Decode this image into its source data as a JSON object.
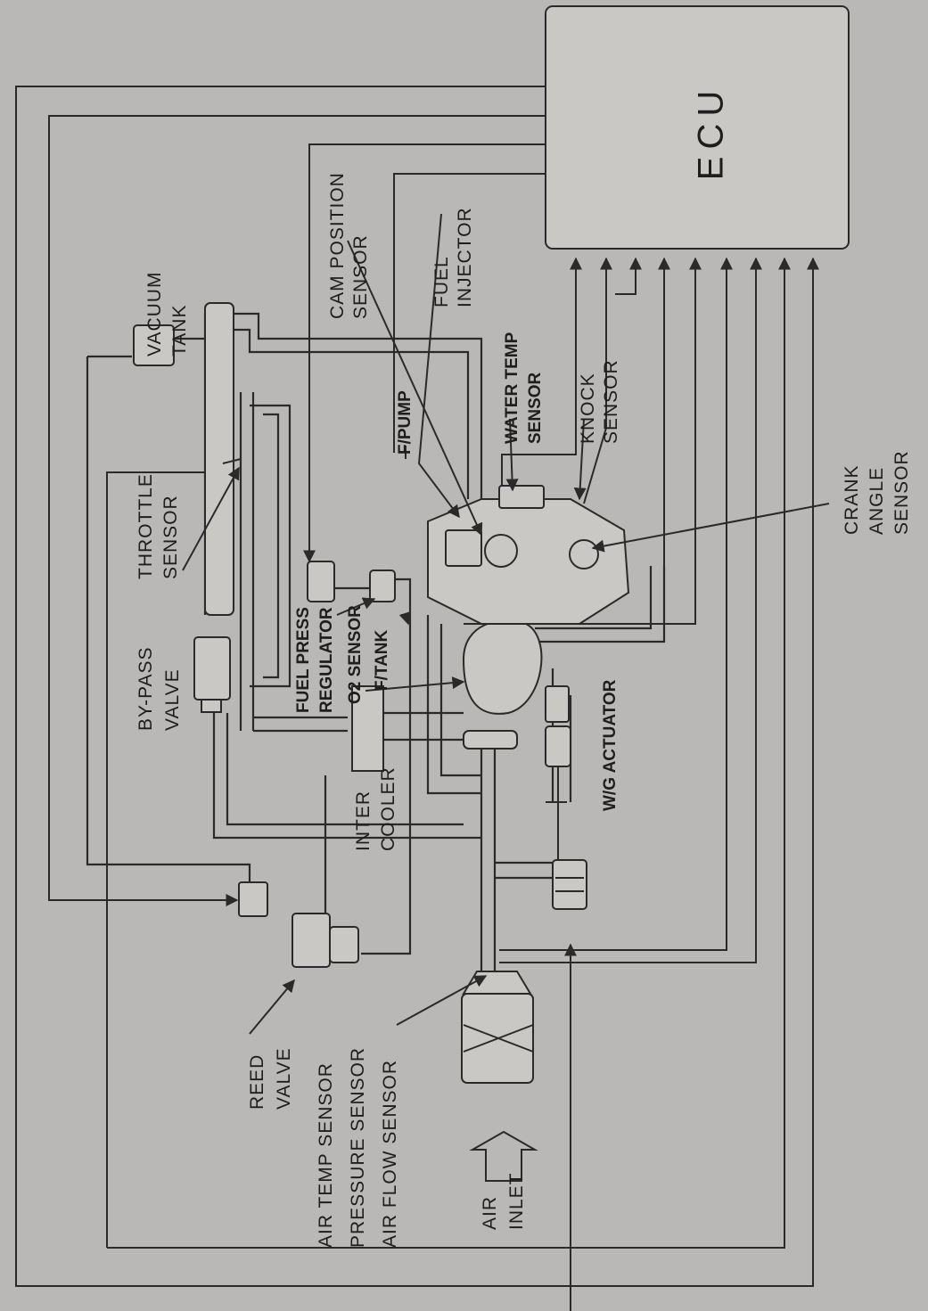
{
  "labels": {
    "ecu": "ECU",
    "vacuum_tank": [
      "VACUUM",
      "TANK"
    ],
    "cam_position_sensor": [
      "CAM POSITION",
      "SENSOR"
    ],
    "fuel_injector": [
      "FUEL",
      "INJECTOR"
    ],
    "water_temp_sensor": [
      "WATER TEMP",
      "SENSOR"
    ],
    "knock_sensor": [
      "KNOCK",
      "SENSOR"
    ],
    "crank_angle_sensor": [
      "CRANK",
      "ANGLE",
      "SENSOR"
    ],
    "f_pump": "F/PUMP",
    "throttle_sensor": [
      "THROTTLE",
      "SENSOR"
    ],
    "by_pass_valve": [
      "BY-PASS",
      "VALVE"
    ],
    "fuel_press_regulator": [
      "FUEL PRESS",
      "REGULATOR"
    ],
    "o2_sensor": "O2 SENSOR",
    "f_tank": "F/TANK",
    "w_g_actuator": "W/G ACTUATOR",
    "inter_cooler": [
      "INTER",
      "COOLER"
    ],
    "reed_valve": [
      "REED",
      "VALVE"
    ],
    "air_temp_sensor": "AIR TEMP SENSOR",
    "pressure_sensor": "PRESSURE SENSOR",
    "air_flow_sensor": "AIR FLOW SENSOR",
    "air_inlet": [
      "AIR",
      "INLET"
    ]
  }
}
